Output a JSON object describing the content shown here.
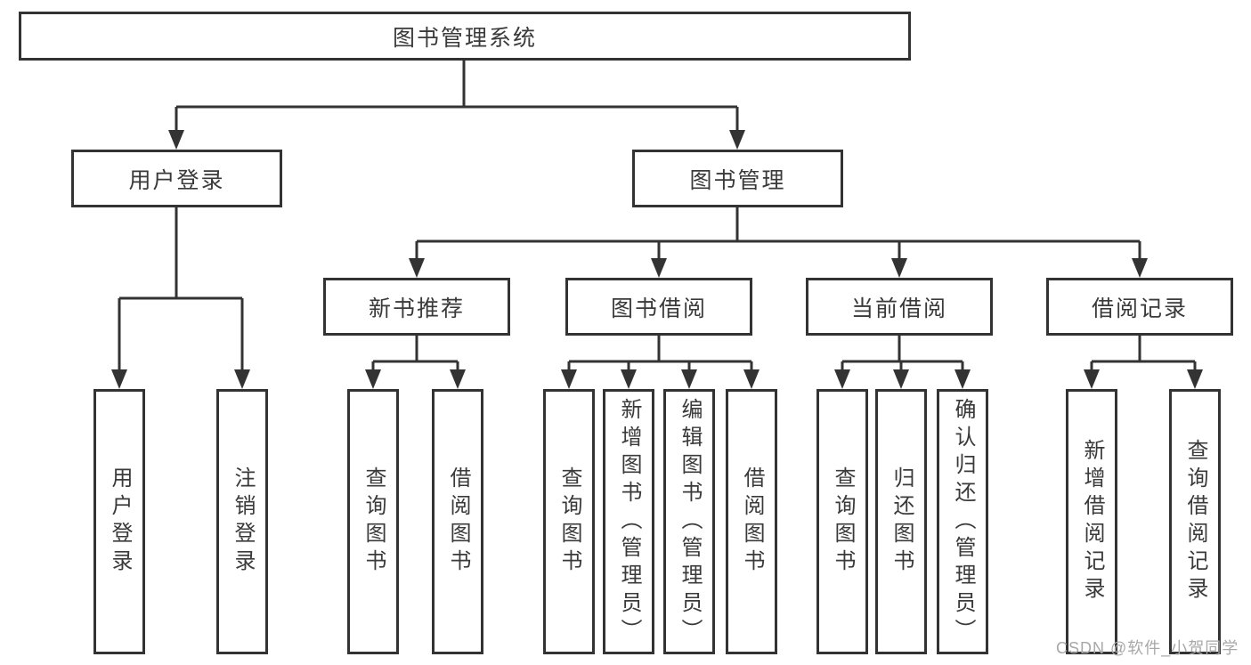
{
  "diagram_type": "hierarchy",
  "tree": {
    "root": "图书管理系统",
    "children": [
      {
        "label": "用户登录",
        "children": [
          "用户登录",
          "注销登录"
        ]
      },
      {
        "label": "图书管理",
        "children": [
          {
            "label": "新书推荐",
            "children": [
              "查询图书",
              "借阅图书"
            ]
          },
          {
            "label": "图书借阅",
            "children": [
              "查询图书",
              "新增图书（管理员）",
              "编辑图书（管理员）",
              "借阅图书"
            ]
          },
          {
            "label": "当前借阅",
            "children": [
              "查询图书",
              "归还图书",
              "确认归还（管理员）"
            ]
          },
          {
            "label": "借阅记录",
            "children": [
              "新增借阅记录",
              "查询借阅记录"
            ]
          }
        ]
      }
    ]
  },
  "watermark": {
    "text": "CSDN @软件_小贺同学",
    "color": "#a8a8a8"
  },
  "colors": {
    "line": "#333333",
    "node_border": "#333333",
    "node_fill": "#ffffff",
    "text": "#3a3a3a",
    "background": "#ffffff"
  }
}
